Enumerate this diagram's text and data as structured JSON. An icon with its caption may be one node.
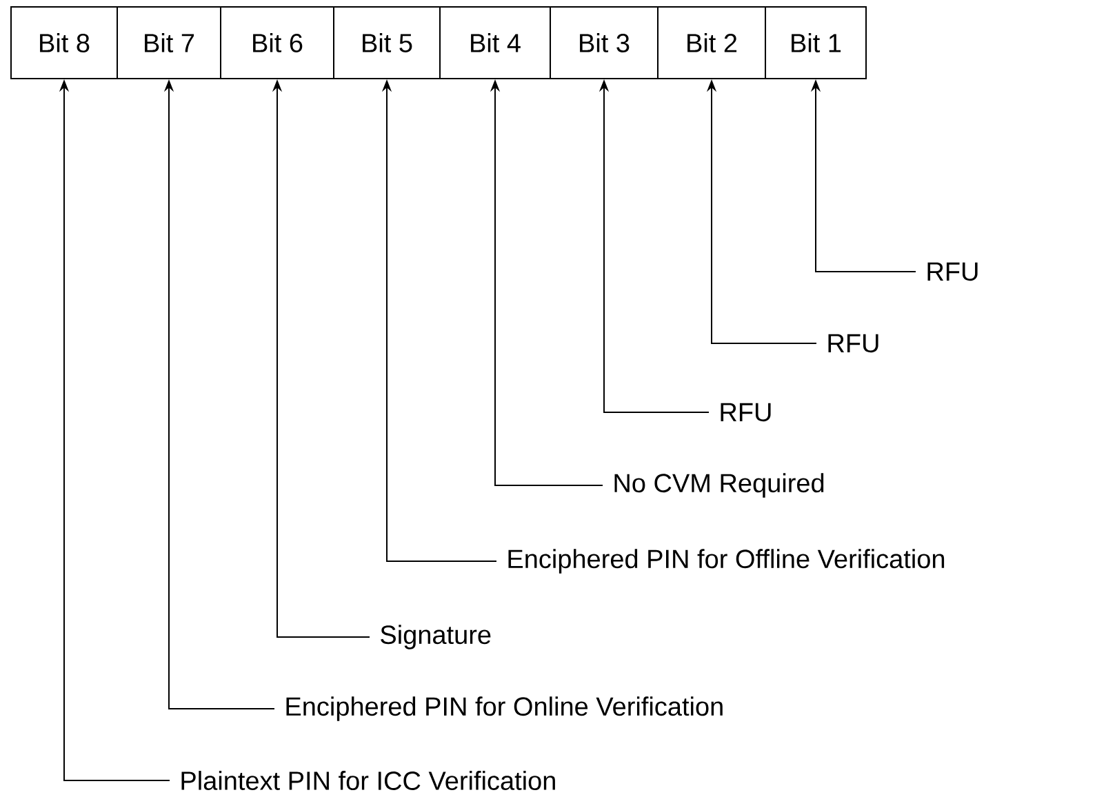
{
  "diagram": {
    "nodes": [
      {
        "text": [
          "Bit 8"
        ]
      },
      {
        "text": [
          "Bit 7"
        ]
      },
      {
        "text": [
          "Bit 6"
        ]
      },
      {
        "text": [
          "Bit 5"
        ]
      },
      {
        "text": [
          "Bit 4"
        ]
      },
      {
        "text": [
          "Bit 3"
        ]
      },
      {
        "text": [
          "Bit 2"
        ]
      },
      {
        "text": [
          "Bit 1"
        ]
      },
      {
        "text": [
          "RFU"
        ]
      },
      {
        "text": [
          "RFU"
        ]
      },
      {
        "text": [
          "RFU"
        ]
      },
      {
        "text": [
          "No CVM Required"
        ]
      },
      {
        "text": [
          "Enciphered PIN for Offline Verification"
        ]
      },
      {
        "text": [
          "Signature"
        ]
      },
      {
        "text": [
          "Enciphered PIN for Online Verification"
        ]
      },
      {
        "text": [
          "Plaintext PIN for ICC Verification"
        ]
      }
    ],
    "edges": [
      {
        "from": 8,
        "to": 7,
        "arrow": "to"
      },
      {
        "from": 9,
        "to": 6,
        "arrow": "to"
      },
      {
        "from": 10,
        "to": 5,
        "arrow": "to"
      },
      {
        "from": 11,
        "to": 4,
        "arrow": "to"
      },
      {
        "from": 12,
        "to": 3,
        "arrow": "to"
      },
      {
        "from": 13,
        "to": 2,
        "arrow": "to"
      },
      {
        "from": 14,
        "to": 1,
        "arrow": "to"
      },
      {
        "from": 15,
        "to": 0,
        "arrow": "to"
      }
    ]
  }
}
